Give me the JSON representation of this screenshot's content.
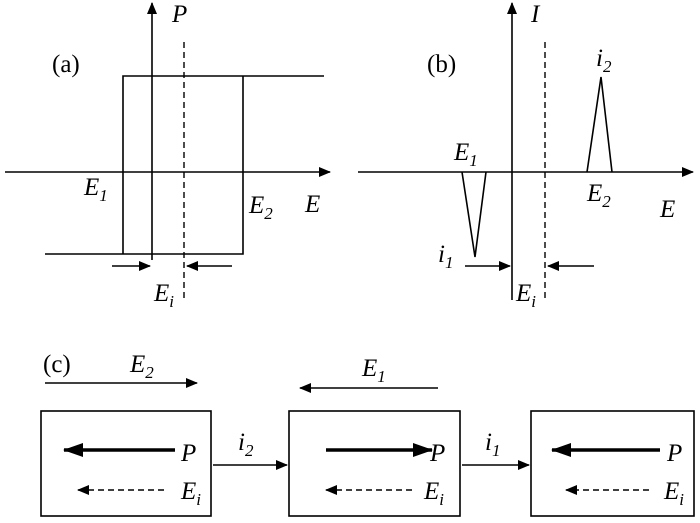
{
  "panels": {
    "a": {
      "tag": "(a)",
      "axis_y": "P",
      "axis_x": "E",
      "e1": {
        "base": "E",
        "sub": "1"
      },
      "e2": {
        "base": "E",
        "sub": "2"
      },
      "ei": {
        "base": "E",
        "sub": "i"
      }
    },
    "b": {
      "tag": "(b)",
      "axis_y": "I",
      "axis_x": "E",
      "e1": {
        "base": "E",
        "sub": "1"
      },
      "e2": {
        "base": "E",
        "sub": "2"
      },
      "i1": {
        "base": "i",
        "sub": "1"
      },
      "i2": {
        "base": "i",
        "sub": "2"
      },
      "ei": {
        "base": "E",
        "sub": "i"
      }
    },
    "c": {
      "tag": "(c)",
      "field_e2": {
        "base": "E",
        "sub": "2"
      },
      "field_e1": {
        "base": "E",
        "sub": "1"
      },
      "step1": {
        "base": "i",
        "sub": "2"
      },
      "step2": {
        "base": "i",
        "sub": "1"
      },
      "boxes": [
        {
          "p": "P",
          "ei": {
            "base": "E",
            "sub": "i"
          }
        },
        {
          "p": "P",
          "ei": {
            "base": "E",
            "sub": "i"
          }
        },
        {
          "p": "P",
          "ei": {
            "base": "E",
            "sub": "i"
          }
        }
      ]
    }
  },
  "colors": {
    "ink": "#000000",
    "background": "#ffffff"
  }
}
